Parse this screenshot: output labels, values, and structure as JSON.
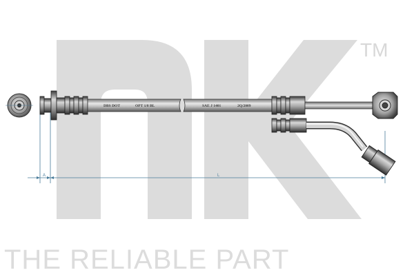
{
  "brand": {
    "trademark": "TM",
    "tagline": "THE RELIABLE PART",
    "logo_color": "#dcdcdc"
  },
  "hose_markings": {
    "m1": "DBS DOT",
    "m2": "OPT 1/8 BL",
    "m3": "SAE J 1401",
    "m4": "2Q/2009"
  },
  "dimensions": {
    "a_label": "A",
    "l_label": "L",
    "line_color": "#4a7c9a"
  },
  "colors": {
    "metal_light": "#e6e6e6",
    "metal_mid": "#9a9a9a",
    "metal_dark": "#4a4a4a",
    "outline": "#333333"
  }
}
